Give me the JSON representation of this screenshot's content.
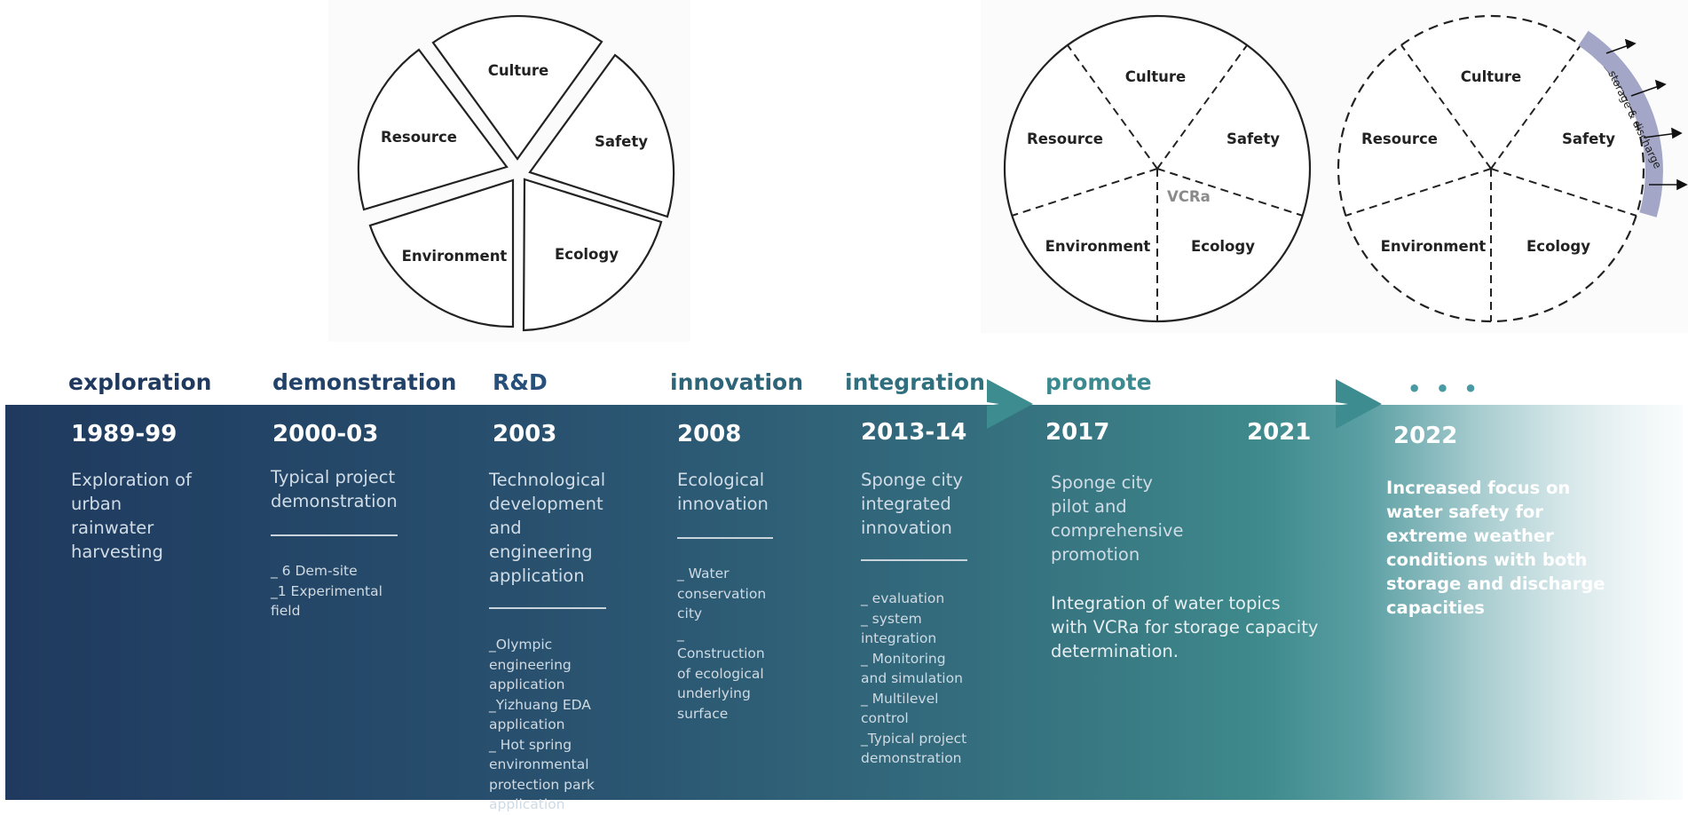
{
  "diagrams": {
    "pie_solid": {
      "labels": [
        "Culture",
        "Safety",
        "Ecology",
        "Environment",
        "Resource"
      ]
    },
    "pie_dashed": {
      "labels": [
        "Culture",
        "Safety",
        "Ecology",
        "Environment",
        "Resource"
      ],
      "center": "VCRa"
    },
    "pie_storage": {
      "labels": [
        "Culture",
        "Safety",
        "Ecology",
        "Environment",
        "Resource"
      ],
      "arc_label": "storage & discharge"
    }
  },
  "phases": [
    "exploration",
    "demonstration",
    "R&D",
    "innovation",
    "integration",
    "promote"
  ],
  "more": "• • •",
  "years": [
    "1989-99",
    "2000-03",
    "2003",
    "2008",
    "2013-14",
    "2017",
    "2021",
    "2022"
  ],
  "descriptions": [
    [
      "Exploration of",
      "urban",
      "rainwater",
      "harvesting"
    ],
    [
      "Typical project",
      "demonstration"
    ],
    [
      "Technological",
      "development",
      "and",
      "engineering",
      "application"
    ],
    [
      "Ecological",
      "innovation"
    ],
    [
      "Sponge city",
      "integrated",
      "innovation"
    ],
    [
      "Sponge city",
      "pilot and",
      "comprehensive",
      "promotion"
    ],
    [
      "Increased focus on",
      "water safety for",
      "extreme weather",
      "conditions with both",
      "storage and discharge",
      "capacities"
    ]
  ],
  "vcra_note": [
    "Integration of water topics",
    "with VCRa for storage capacity",
    "determination."
  ],
  "details": {
    "d2000": [
      "_ 6 Dem-site",
      "_1    Experimental",
      "field"
    ],
    "d2003": [
      "_Olympic",
      "engineering",
      "application",
      "_Yizhuang EDA",
      "application",
      "_ Hot spring",
      "environmental",
      "protection park",
      "application"
    ],
    "d2008": [
      "_ Water",
      "conservation",
      "city",
      "_",
      "Construction",
      "of ecological",
      "underlying",
      "surface"
    ],
    "d2013": [
      "_ evaluation",
      "_ system",
      "integration",
      "_ Monitoring",
      "and simulation",
      "_ Multilevel",
      "control",
      "_Typical project",
      "demonstration"
    ]
  },
  "colors": {
    "phase_dark": "#1f3a5e",
    "phase_teal": "#3b8a8f",
    "arrow": "#3d8c90",
    "storage_arc": "#a3a6c7"
  }
}
